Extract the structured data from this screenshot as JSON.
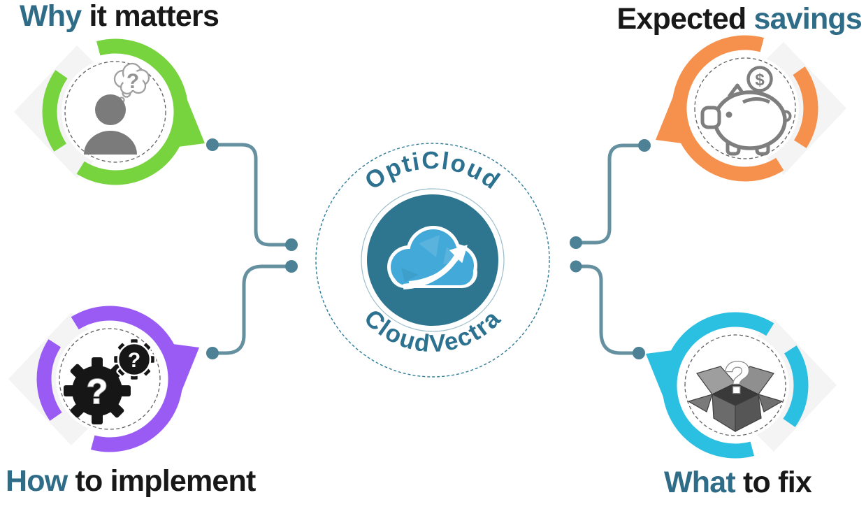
{
  "titles": [
    {
      "id": "why-it-matters",
      "parts": [
        {
          "text": "Why",
          "style": "accent"
        },
        {
          "text": " it matters",
          "style": "dark"
        }
      ]
    },
    {
      "id": "expected-savings",
      "parts": [
        {
          "text": "Expected ",
          "style": "dark"
        },
        {
          "text": "savings",
          "style": "accent"
        }
      ]
    },
    {
      "id": "how-to-implement",
      "parts": [
        {
          "text": "How",
          "style": "accent"
        },
        {
          "text": " to implement",
          "style": "dark"
        }
      ]
    },
    {
      "id": "what-to-fix",
      "parts": [
        {
          "text": "What",
          "style": "accent"
        },
        {
          "text": " to fix",
          "style": "dark"
        }
      ]
    }
  ],
  "center": {
    "top_text": "OptiCloud",
    "bottom_text": "CloudVectra"
  },
  "nodes": [
    {
      "id": "why-it-matters",
      "position": "top-left",
      "color": "#77D43F",
      "icon": "person-question-icon"
    },
    {
      "id": "expected-savings",
      "position": "top-right",
      "color": "#F5914D",
      "icon": "piggy-bank-icon"
    },
    {
      "id": "how-to-implement",
      "position": "bottom-left",
      "color": "#9A5BF5",
      "icon": "gears-question-icon"
    },
    {
      "id": "what-to-fix",
      "position": "bottom-right",
      "color": "#2BBFE1",
      "icon": "open-box-icon"
    }
  ],
  "glyphs": {
    "question_mark": "?",
    "dollar_sign": "$"
  },
  "colors": {
    "accent_text": "#2E6C88",
    "heading_text": "#181818",
    "connector_line": "#64909F",
    "connector_dot": "#4D8296",
    "logo_text": "#2D7190",
    "logo_disc": "#2E7590",
    "logo_dashed": "#2F7D9A",
    "logo_thin_ring": "#9DBECB",
    "cloud_blue": "#42A9D8",
    "square_bg": "#F4F4F4"
  }
}
